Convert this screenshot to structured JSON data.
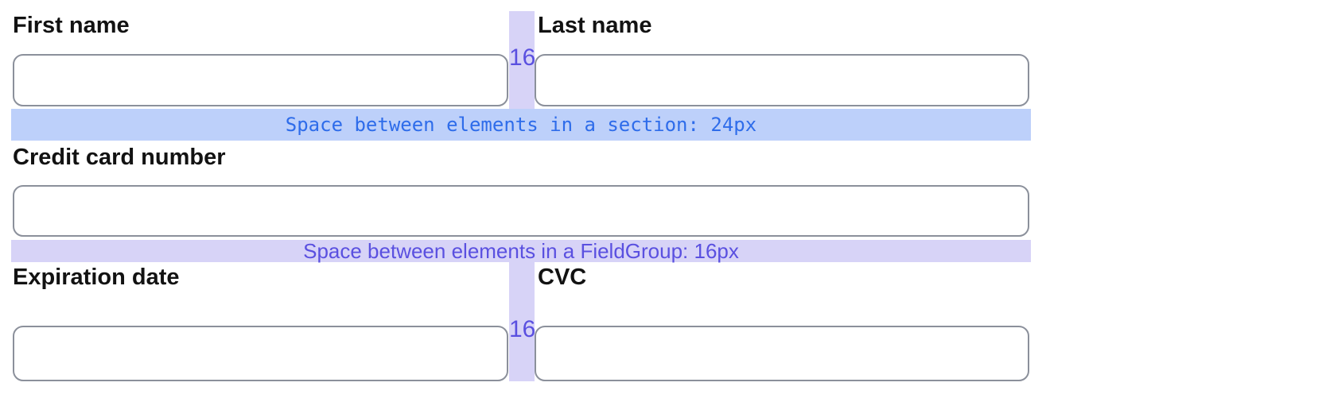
{
  "form": {
    "labels": {
      "first_name": "First name",
      "last_name": "Last name",
      "card_number": "Credit card number",
      "expiration": "Expiration date",
      "cvc": "CVC"
    },
    "inputs": {
      "first_name": {
        "value": "",
        "placeholder": ""
      },
      "last_name": {
        "value": "",
        "placeholder": ""
      },
      "card_number": {
        "value": "",
        "placeholder": ""
      },
      "expiration": {
        "value": "",
        "placeholder": ""
      },
      "cvc": {
        "value": "",
        "placeholder": ""
      }
    }
  },
  "spacing_overlays": {
    "section_band_label": "Space between elements in a section: 24px",
    "fieldgroup_band_label": "Space between elements in a FieldGroup: 16px",
    "row1_gutter_label": "16",
    "row2_gutter_label": "16"
  },
  "colors": {
    "background": "#ffffff",
    "label_text": "#121212",
    "input_border": "#8b909b",
    "purple_overlay_bg": "#d7d3f7",
    "purple_overlay_text": "#5a50e0",
    "blue_overlay_bg": "#bdd0fa",
    "blue_overlay_text": "#2e6cea"
  }
}
